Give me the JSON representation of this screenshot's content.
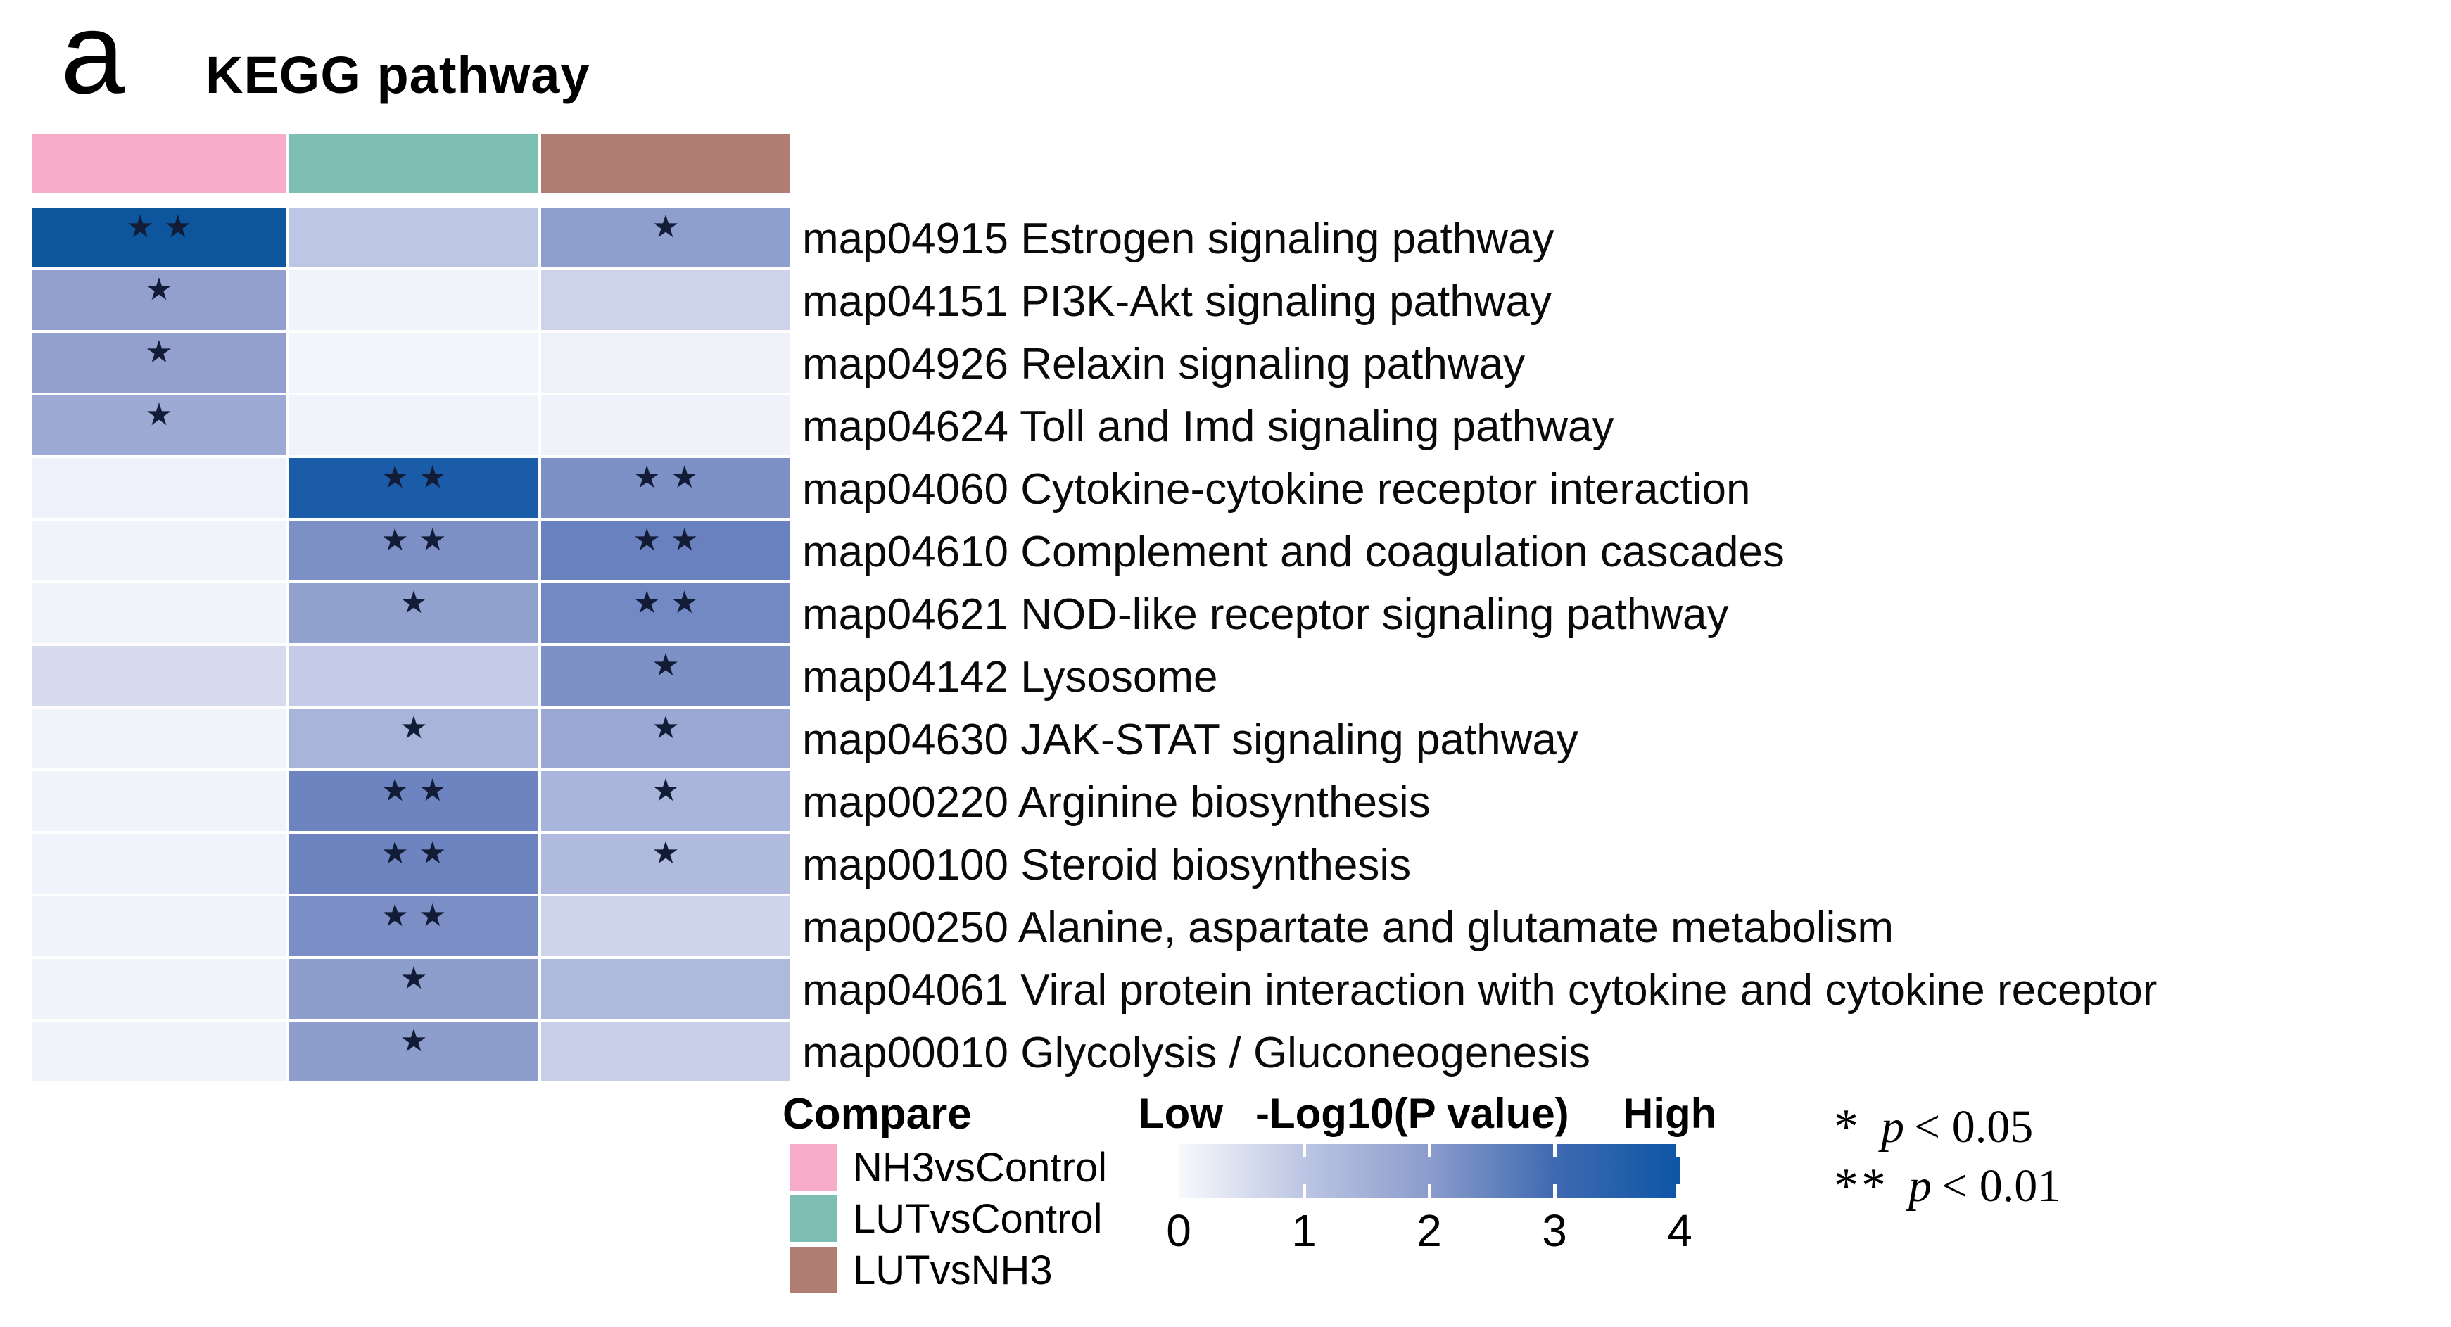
{
  "panel_label": "a",
  "title": "KEGG pathway",
  "legend": {
    "compare_title": "Compare",
    "groups": [
      {
        "label": "NH3vsControl",
        "color": "#f7adca"
      },
      {
        "label": "LUTvsControl",
        "color": "#7dbfb3"
      },
      {
        "label": "LUTvsNH3",
        "color": "#b07d72"
      }
    ],
    "scale": {
      "low_label": "Low",
      "title": "-Log10(P value)",
      "high_label": "High",
      "ticks": [
        "0",
        "1",
        "2",
        "3",
        "4"
      ],
      "gradient_stops": [
        "#f8f9fd",
        "#bcc5e3",
        "#8b9ccc",
        "#3f6ab1",
        "#0d56a6"
      ]
    },
    "significance": [
      {
        "symbol": "*",
        "variable": "p",
        "condition": "< 0.05"
      },
      {
        "symbol": "**",
        "variable": "p",
        "condition": "< 0.01"
      }
    ]
  },
  "chart_data": {
    "type": "heatmap",
    "value_label": "-Log10(P value)",
    "value_range": [
      0,
      4
    ],
    "star_glyph": "★",
    "columns": [
      "NH3vsControl",
      "LUTvsControl",
      "LUTvsNH3"
    ],
    "column_colors": [
      "#f7adca",
      "#7dbfb3",
      "#b07d72"
    ],
    "rows": [
      {
        "label": "map04915 Estrogen signaling pathway",
        "values": [
          3.9,
          1.0,
          1.7
        ],
        "sig": [
          "**",
          "",
          "*"
        ],
        "colors": [
          "#0d559c",
          "#bdc6e3",
          "#8e9ecd"
        ]
      },
      {
        "label": "map04151 PI3K-Akt signaling pathway",
        "values": [
          1.6,
          0.1,
          0.8
        ],
        "sig": [
          "*",
          "",
          ""
        ],
        "colors": [
          "#93a0ce",
          "#f1f3fa",
          "#ccd3eb"
        ]
      },
      {
        "label": "map04926 Relaxin signaling pathway",
        "values": [
          1.6,
          0.1,
          0.2
        ],
        "sig": [
          "*",
          "",
          ""
        ],
        "colors": [
          "#93a0ce",
          "#f3f5fc",
          "#eff1f9"
        ]
      },
      {
        "label": "map04624 Toll and Imd signaling pathway",
        "values": [
          1.5,
          0.1,
          0.2
        ],
        "sig": [
          "*",
          "",
          ""
        ],
        "colors": [
          "#9dabd4",
          "#f1f3fa",
          "#f0f2fa"
        ]
      },
      {
        "label": "map04060 Cytokine-cytokine receptor interaction",
        "values": [
          0.2,
          3.5,
          2.0
        ],
        "sig": [
          "",
          "**",
          "**"
        ],
        "colors": [
          "#eef1f9",
          "#1b5ca9",
          "#7e91c7"
        ]
      },
      {
        "label": "map04610 Complement and coagulation cascades",
        "values": [
          0.2,
          2.0,
          2.3
        ],
        "sig": [
          "",
          "**",
          "**"
        ],
        "colors": [
          "#f1f3fa",
          "#7d90c6",
          "#6a81c0"
        ]
      },
      {
        "label": "map04621 NOD-like receptor signaling pathway",
        "values": [
          0.2,
          1.7,
          2.2
        ],
        "sig": [
          "",
          "*",
          "**"
        ],
        "colors": [
          "#f1f3fa",
          "#91a1ce",
          "#7389c3"
        ]
      },
      {
        "label": "map04142 Lysosome",
        "values": [
          0.6,
          0.9,
          2.0
        ],
        "sig": [
          "",
          "",
          "*"
        ],
        "colors": [
          "#d5daed",
          "#c3cbe7",
          "#7e91c7"
        ]
      },
      {
        "label": "map04630 JAK-STAT signaling pathway",
        "values": [
          0.2,
          1.3,
          1.5
        ],
        "sig": [
          "",
          "*",
          "*"
        ],
        "colors": [
          "#f1f3fb",
          "#a9b4db",
          "#9aa8d3"
        ]
      },
      {
        "label": "map00220 Arginine biosynthesis",
        "values": [
          0.2,
          2.4,
          1.3
        ],
        "sig": [
          "",
          "**",
          "*"
        ],
        "colors": [
          "#f1f3fb",
          "#6d84c0",
          "#aab5dc"
        ]
      },
      {
        "label": "map00100 Steroid biosynthesis",
        "values": [
          0.2,
          2.4,
          1.2
        ],
        "sig": [
          "",
          "**",
          "*"
        ],
        "colors": [
          "#f1f3fb",
          "#6d84c0",
          "#b0bade"
        ]
      },
      {
        "label": "map00250 Alanine, aspartate and glutamate metabolism",
        "values": [
          0.2,
          2.1,
          0.8
        ],
        "sig": [
          "",
          "**",
          ""
        ],
        "colors": [
          "#f1f3fb",
          "#7b8ec6",
          "#cdd4ec"
        ]
      },
      {
        "label": "map04061 Viral protein interaction with cytokine and cytokine receptor",
        "values": [
          0.2,
          1.8,
          1.2
        ],
        "sig": [
          "",
          "*",
          ""
        ],
        "colors": [
          "#f1f3fb",
          "#8d9dcc",
          "#aeb9de"
        ]
      },
      {
        "label": "map00010 Glycolysis / Gluconeogenesis",
        "values": [
          0.2,
          1.8,
          0.9
        ],
        "sig": [
          "",
          "*",
          ""
        ],
        "colors": [
          "#f1f3fb",
          "#8d9dcc",
          "#c7cfe9"
        ]
      }
    ]
  }
}
